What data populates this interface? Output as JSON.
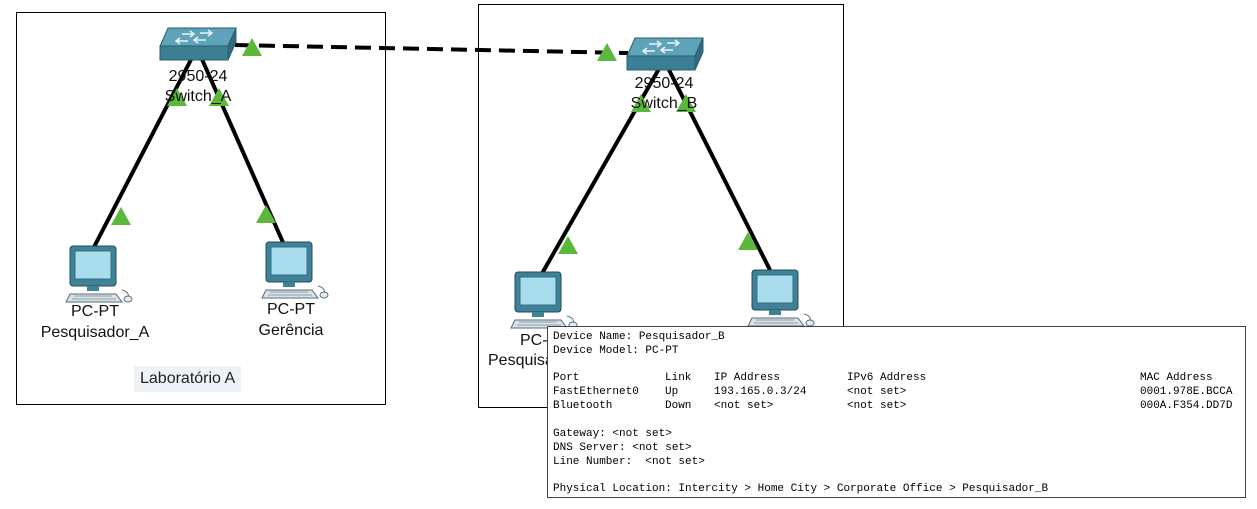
{
  "clusters": {
    "lab_a": {
      "note": "Laboratório A"
    }
  },
  "devices": {
    "switch_a": {
      "model": "2950-24",
      "name": "Switch_A"
    },
    "switch_b": {
      "model": "2950-24",
      "name": "Switch_B"
    },
    "pc_a": {
      "model": "PC-PT",
      "name": "Pesquisador_A"
    },
    "pc_gerencia": {
      "model": "PC-PT",
      "name": "Gerência"
    },
    "pc_b": {
      "model": "PC-",
      "name": "Pesquisa"
    }
  },
  "colors": {
    "link": "#000000",
    "link_up_indicator": "#5cb83a",
    "switch_body": "#4b8fa6",
    "pc_screen": "#9fd6e6"
  },
  "tooltip": {
    "device_name": "Device Name: Pesquisador_B",
    "device_model": "Device Model: PC-PT",
    "headers": {
      "port": "Port",
      "link": "Link",
      "ip": "IP Address",
      "ipv6": "IPv6 Address",
      "mac": "MAC Address"
    },
    "rows": [
      {
        "port": "FastEthernet0",
        "link": "Up",
        "ip": "193.165.0.3/24",
        "ipv6": "<not set>",
        "mac": "0001.978E.BCCA"
      },
      {
        "port": "Bluetooth",
        "link": "Down",
        "ip": "<not set>",
        "ipv6": "<not set>",
        "mac": "000A.F354.DD7D"
      }
    ],
    "gateway": "Gateway: <not set>",
    "dns": "DNS Server: <not set>",
    "line_number": "Line Number:  <not set>",
    "location": "Physical Location: Intercity > Home City > Corporate Office > Pesquisador_B"
  }
}
